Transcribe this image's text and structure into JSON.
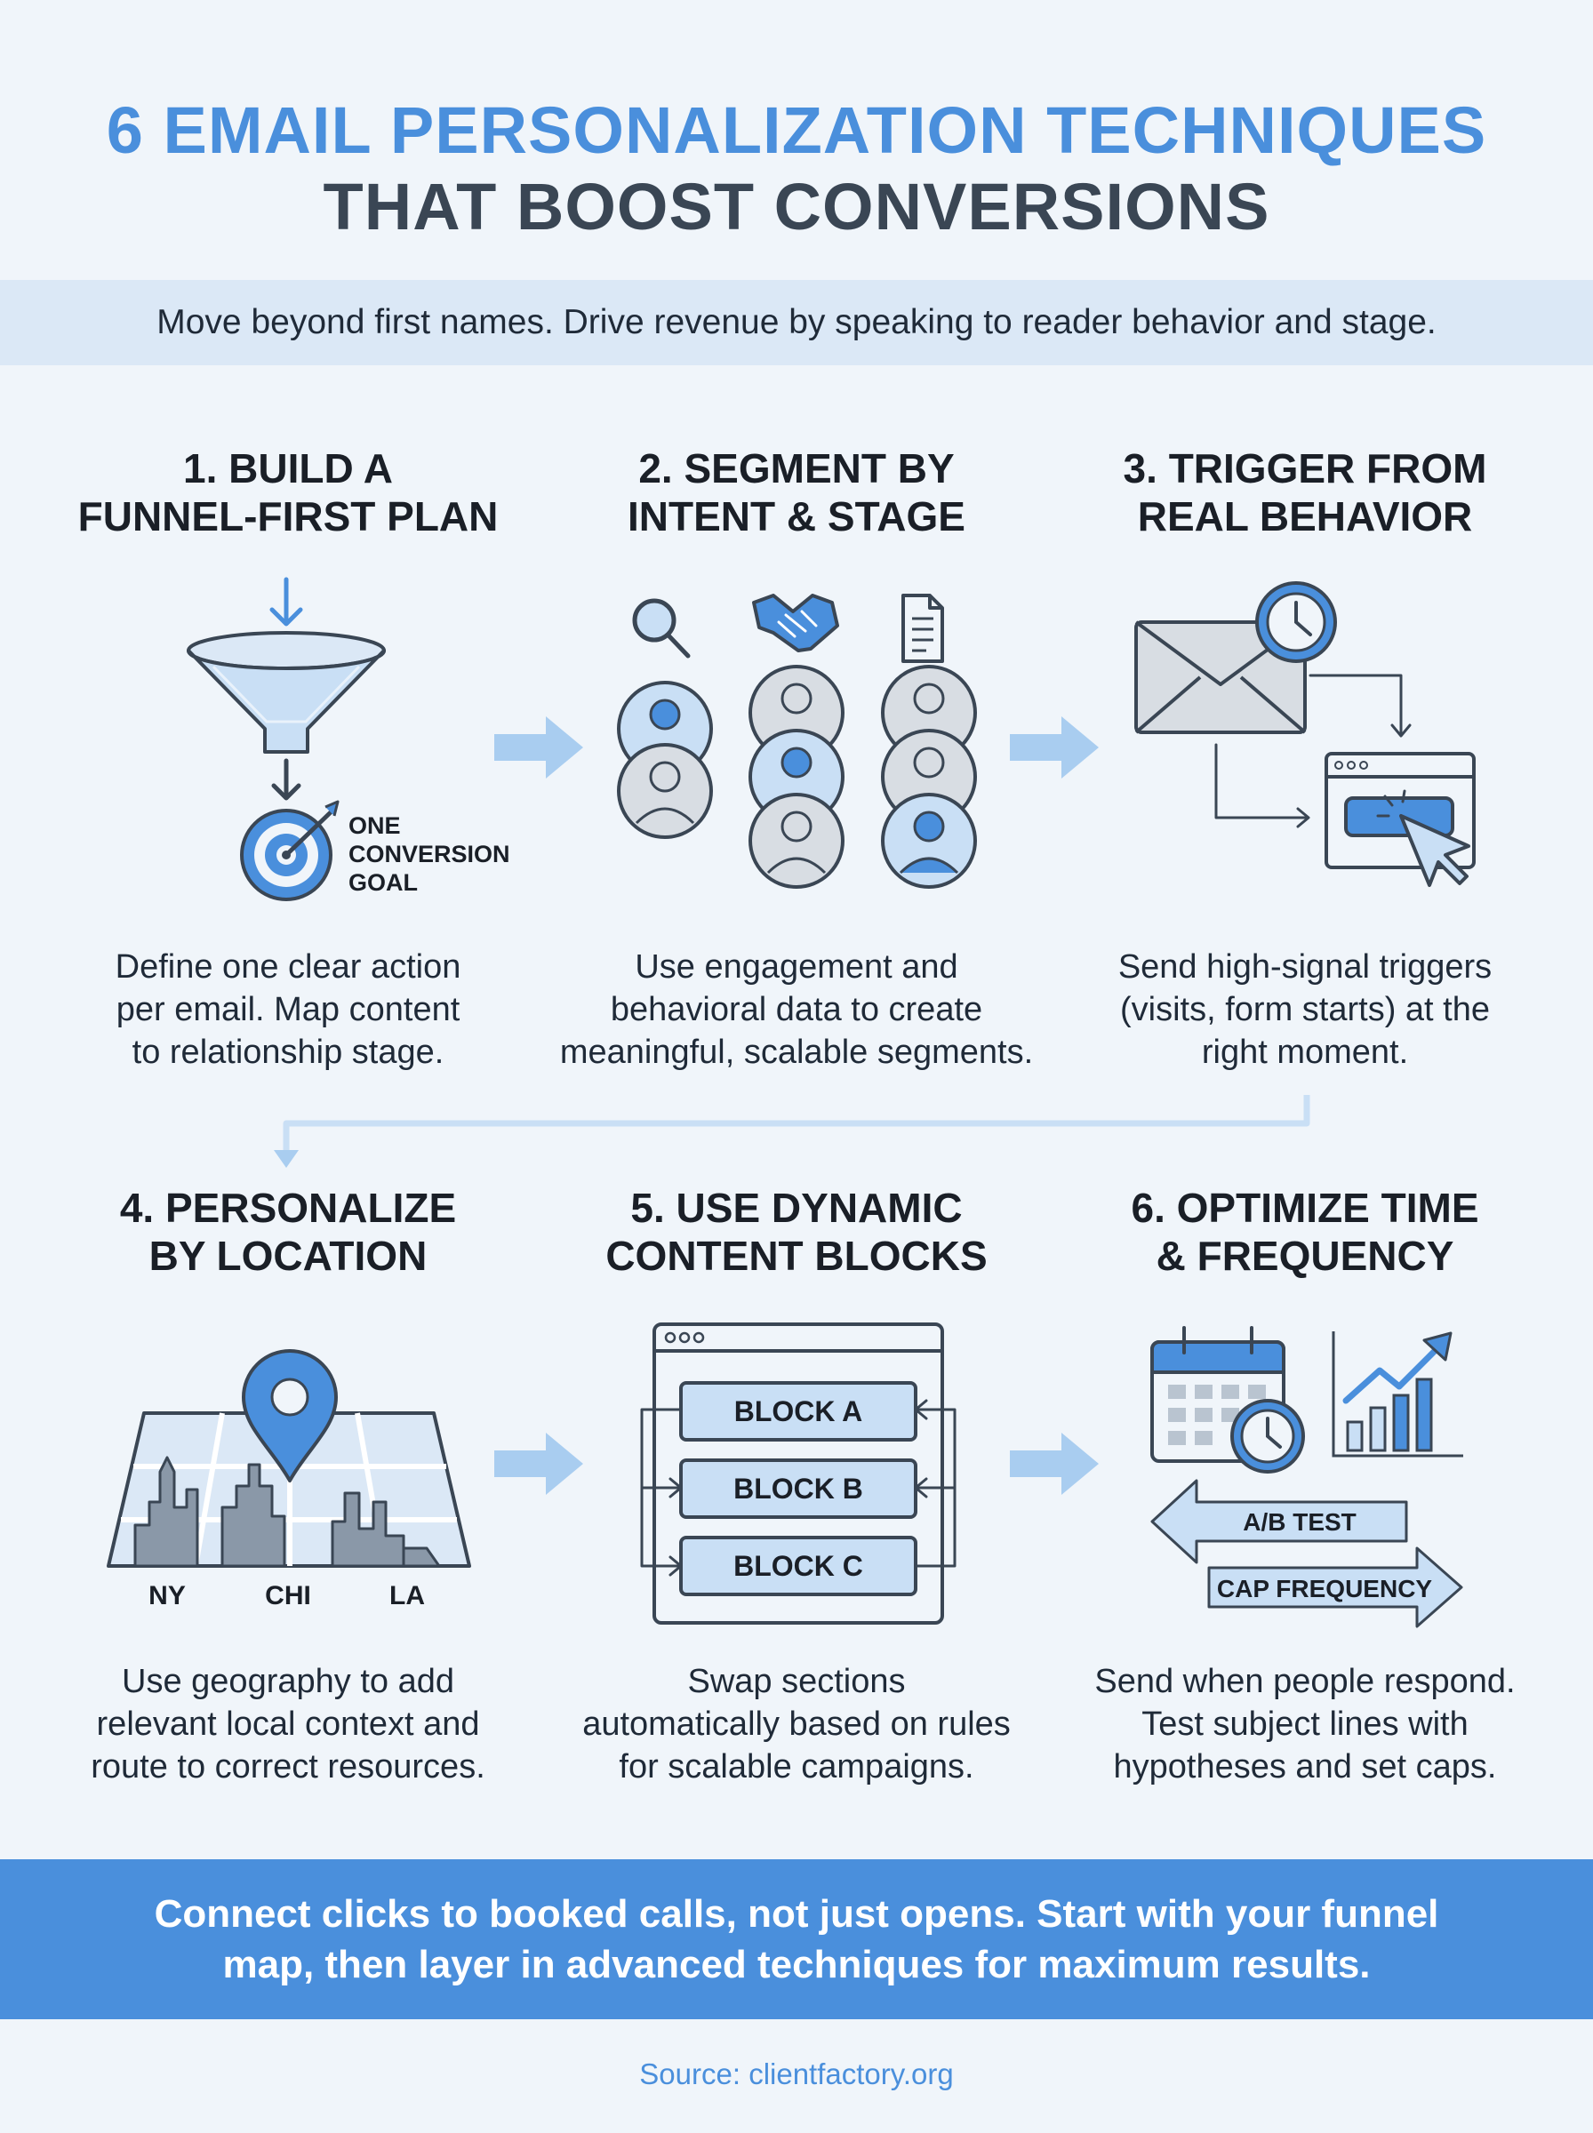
{
  "header": {
    "title_line1": "6 EMAIL PERSONALIZATION TECHNIQUES",
    "title_line2": "THAT BOOST CONVERSIONS",
    "subtitle": "Move beyond first names. Drive revenue by speaking to reader behavior and stage."
  },
  "steps": [
    {
      "title_line1": "1. BUILD A",
      "title_line2": "FUNNEL-FIRST PLAN",
      "icon_label": [
        "ONE",
        "CONVERSION",
        "GOAL"
      ],
      "desc": [
        "Define one clear action",
        "per email. Map content",
        "to relationship stage."
      ]
    },
    {
      "title_line1": "2. SEGMENT BY",
      "title_line2": "INTENT & STAGE",
      "desc": [
        "Use engagement and",
        "behavioral data to create",
        "meaningful, scalable segments."
      ]
    },
    {
      "title_line1": "3. TRIGGER FROM",
      "title_line2": "REAL BEHAVIOR",
      "desc": [
        "Send high-signal triggers",
        "(visits, form starts) at the",
        "right moment."
      ]
    },
    {
      "title_line1": "4. PERSONALIZE",
      "title_line2": "BY LOCATION",
      "city_labels": [
        "NY",
        "CHI",
        "LA"
      ],
      "desc": [
        "Use geography to add",
        "relevant local context and",
        "route to correct resources."
      ]
    },
    {
      "title_line1": "5. USE DYNAMIC",
      "title_line2": "CONTENT BLOCKS",
      "blocks": [
        "BLOCK A",
        "BLOCK B",
        "BLOCK C"
      ],
      "desc": [
        "Swap sections",
        "automatically based on rules",
        "for scalable campaigns."
      ]
    },
    {
      "title_line1": "6. OPTIMIZE TIME",
      "title_line2": "& FREQUENCY",
      "arrow_labels": [
        "A/B TEST",
        "CAP FREQUENCY"
      ],
      "desc": [
        "Send when people respond.",
        "Test subject lines with",
        "hypotheses and set caps."
      ]
    }
  ],
  "footer": {
    "line1": "Connect clicks to booked calls, not just opens. Start with your funnel",
    "line2": "map, then layer in advanced techniques for maximum results."
  },
  "source": "Source: clientfactory.org",
  "colors": {
    "accent": "#4a8fdc",
    "dark": "#3a4654",
    "light_fill": "#c9dff5",
    "background": "#f0f5fa"
  },
  "icons": [
    "funnel-icon",
    "target-icon",
    "search-icon",
    "handshake-icon",
    "document-icon",
    "user-avatar-icon",
    "envelope-icon",
    "clock-icon",
    "browser-window-icon",
    "cursor-icon",
    "map-pin-icon",
    "city-skyline-icon",
    "calendar-icon",
    "bar-chart-icon",
    "arrow-right-icon"
  ]
}
